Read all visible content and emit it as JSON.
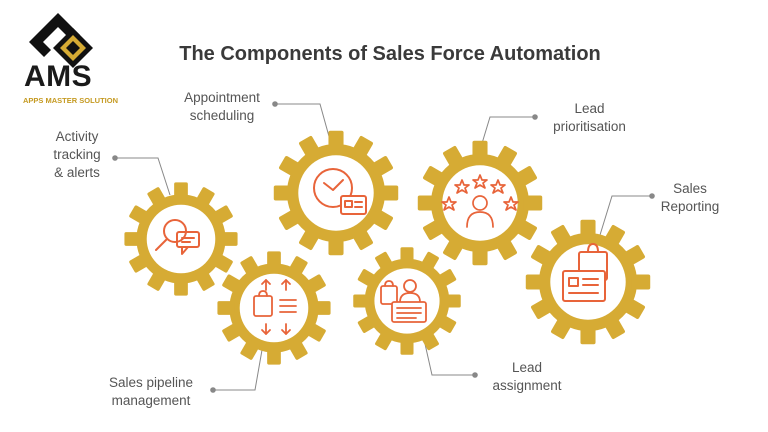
{
  "logo": {
    "name": "AMS",
    "tagline": "APPS MASTER SOLUTION"
  },
  "title": "The Components of Sales Force Automation",
  "colors": {
    "gear": "#d6ab34",
    "icon": "#e8643a",
    "text": "#555555",
    "connector": "#888888"
  },
  "components": [
    {
      "label": "Activity\ntracking\n& alerts",
      "icon": "magnifier-chat-icon"
    },
    {
      "label": "Appointment\nscheduling",
      "icon": "clock-card-icon"
    },
    {
      "label": "Lead\nprioritisation",
      "icon": "stars-person-icon"
    },
    {
      "label": "Sales\nReporting",
      "icon": "bag-card-icon"
    },
    {
      "label": "Sales pipeline\nmanagement",
      "icon": "arrows-bag-list-icon"
    },
    {
      "label": "Lead\nassignment",
      "icon": "person-form-icon"
    }
  ]
}
